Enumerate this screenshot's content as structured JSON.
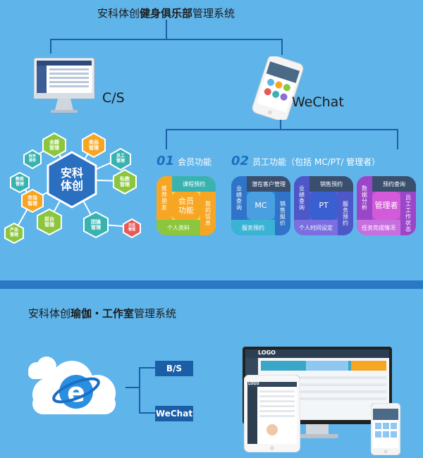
{
  "club": {
    "title_prefix": "安科体创",
    "title_bold": "健身俱乐部",
    "title_suffix": "管理系统",
    "cs_label": "C/S",
    "wechat_label": "WeChat",
    "hub": "安科\n体创",
    "hexes": [
      "会籍\n管理",
      "卖品\n管理",
      "员工\n管理",
      "私教\n管理",
      "财务\n报表",
      "教练\n管理",
      "市场\n管理",
      "前台\n管理",
      "团操\n管理",
      "日志\n管理",
      "产品\n管理"
    ],
    "section1": {
      "num": "01",
      "label": "会员功能"
    },
    "section2": {
      "num": "02",
      "label": "员工功能（包括 MC/PT/ 管理者）"
    },
    "member_card": {
      "top": "课程预约",
      "left": "推荐朋友",
      "right": "我的信息",
      "bottom": "个人资料",
      "center": "会员\n功能"
    },
    "mc_card": {
      "top": "潜在客户管理",
      "left": "业绩查询",
      "right": "销售报价",
      "bottom": "服务预约",
      "center": "MC"
    },
    "pt_card": {
      "top": "销售预约",
      "left": "业绩查询",
      "right": "服务预约",
      "bottom": "个人时间设定",
      "center": "PT"
    },
    "mgr_card": {
      "top": "预约查询",
      "left": "数据分析",
      "right": "员工工作状态",
      "bottom": "任务完成情况",
      "center": "管理者"
    }
  },
  "yoga": {
    "title_prefix": "安科体创",
    "title_bold": "瑜伽・工作室",
    "title_suffix": "管理系统",
    "bs_label": "B/S",
    "wechat_label": "WeChat",
    "logo_text": "LOGO"
  },
  "colors": {
    "background": "#5fb4ea",
    "divider": "#2b78c4",
    "tag": "#1a5ea8",
    "hex_blue": "#2a6fc0",
    "hex_green": "#8cc63f",
    "hex_orange": "#f6a623",
    "hex_teal": "#3ab3b0"
  }
}
